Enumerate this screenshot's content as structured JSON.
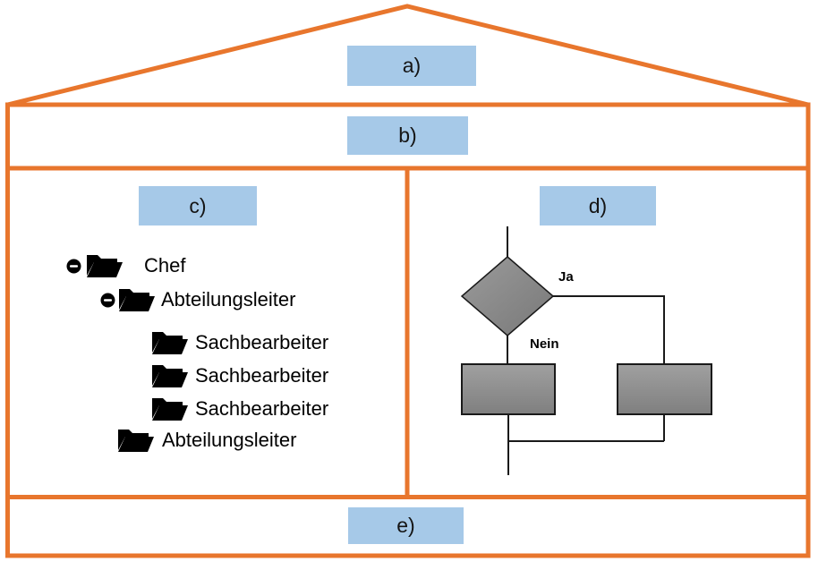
{
  "house": {
    "roof_label": "a)",
    "band_b_label": "b)",
    "panel_c_label": "c)",
    "panel_d_label": "d)",
    "band_e_label": "e)"
  },
  "org_tree": {
    "items": [
      {
        "label": "Chef",
        "level": 0,
        "collapsible": true
      },
      {
        "label": "Abteilungsleiter",
        "level": 1,
        "collapsible": true
      },
      {
        "label": "Sachbearbeiter",
        "level": 2,
        "collapsible": false
      },
      {
        "label": "Sachbearbeiter",
        "level": 2,
        "collapsible": false
      },
      {
        "label": "Sachbearbeiter",
        "level": 2,
        "collapsible": false
      },
      {
        "label": "Abteilungsleiter",
        "level": 1,
        "collapsible": false
      }
    ]
  },
  "flowchart": {
    "yes_label": "Ja",
    "no_label": "Nein"
  },
  "icons": {
    "collapse": "minus-circle-icon",
    "tree_node": "open-folder-icon"
  },
  "colors": {
    "frame_orange": "#E8762D",
    "label_blue": "#A6C9E8",
    "shape_gray_light": "#9E9E9E",
    "shape_gray_dark": "#7E7E7E",
    "line_black": "#1a1a1a"
  }
}
